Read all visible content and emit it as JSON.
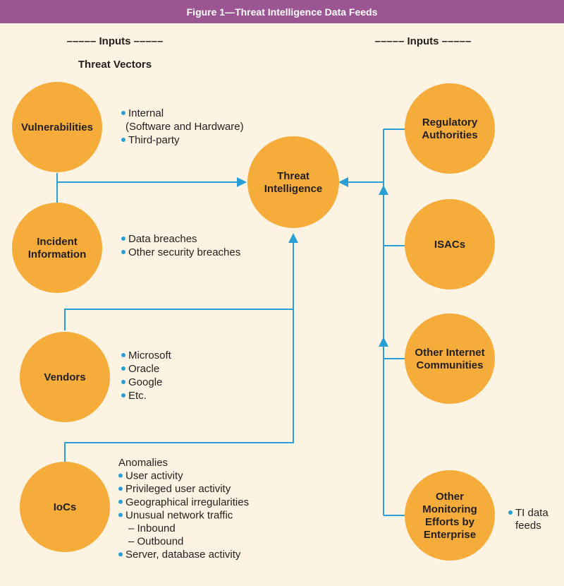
{
  "figure": {
    "title": "Figure 1—Threat Intelligence Data Feeds"
  },
  "headers": {
    "left_inputs": "––––– Inputs –––––",
    "right_inputs": "––––– Inputs –––––",
    "threat_vectors": "Threat Vectors"
  },
  "nodes": {
    "vulnerabilities": {
      "lines": [
        "Vulnerabilities"
      ]
    },
    "incident": {
      "lines": [
        "Incident",
        "Information"
      ]
    },
    "vendors": {
      "lines": [
        "Vendors"
      ]
    },
    "iocs": {
      "lines": [
        "IoCs"
      ]
    },
    "threat_intel": {
      "lines": [
        "Threat",
        "Intelligence"
      ]
    },
    "regulatory": {
      "lines": [
        "Regulatory",
        "Authorities"
      ]
    },
    "isacs": {
      "lines": [
        "ISACs"
      ]
    },
    "internet": {
      "lines": [
        "Other Internet",
        "Communities"
      ]
    },
    "monitoring": {
      "lines": [
        "Other",
        "Monitoring",
        "Efforts by",
        "Enterprise"
      ]
    }
  },
  "lists": {
    "vulnerabilities": [
      {
        "text": "Internal",
        "bullet": true
      },
      {
        "text": "(Software and Hardware)",
        "bullet": false
      },
      {
        "text": "Third-party",
        "bullet": true
      }
    ],
    "incident": [
      {
        "text": "Data breaches",
        "bullet": true
      },
      {
        "text": "Other security breaches",
        "bullet": true
      }
    ],
    "vendors": [
      {
        "text": "Microsoft",
        "bullet": true
      },
      {
        "text": "Oracle",
        "bullet": true
      },
      {
        "text": "Google",
        "bullet": true
      },
      {
        "text": "Etc.",
        "bullet": true
      }
    ],
    "iocs": [
      {
        "text": "Anomalies",
        "bullet": false
      },
      {
        "text": "User activity",
        "bullet": true
      },
      {
        "text": "Privileged user activity",
        "bullet": true
      },
      {
        "text": "Geographical irregularities",
        "bullet": true
      },
      {
        "text": "Unusual network traffic",
        "bullet": true
      },
      {
        "text": "– Inbound",
        "bullet": false
      },
      {
        "text": "– Outbound",
        "bullet": false
      },
      {
        "text": "Server, database activity",
        "bullet": true
      }
    ],
    "monitoring": [
      {
        "text": "TI data",
        "bullet": true
      },
      {
        "text": "feeds",
        "bullet": false
      }
    ]
  },
  "colors": {
    "title_bar": "#9b5593",
    "background": "#fdf3e2",
    "node_fill": "#f6ac3a",
    "connector": "#2a9fd6",
    "bullet": "#2a9fd6",
    "text": "#231f20"
  }
}
